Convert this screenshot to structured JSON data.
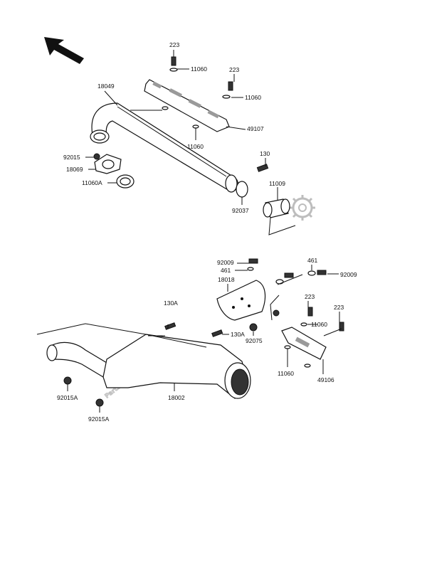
{
  "watermark": "PartsRepublik",
  "labels": {
    "l223a": "223",
    "l11060a": "11060",
    "l223b": "223",
    "l11060b": "11060",
    "l18049": "18049",
    "l49107": "49107",
    "l11060c": "11060",
    "l92015": "92015",
    "l18069": "18069",
    "l11060A": "11060A",
    "l130": "130",
    "l11009": "11009",
    "l92037": "92037",
    "l92009a": "92009",
    "l461a": "461",
    "l18018": "18018",
    "l461b": "461",
    "l92009b": "92009",
    "l130Aa": "130A",
    "l223c": "223",
    "l11060d": "11060",
    "l223d": "223",
    "l130Ab": "130A",
    "l92075": "92075",
    "l11060e": "11060",
    "l49106": "49106",
    "l92015Aa": "92015A",
    "l18002": "18002",
    "l92015Ab": "92015A"
  }
}
